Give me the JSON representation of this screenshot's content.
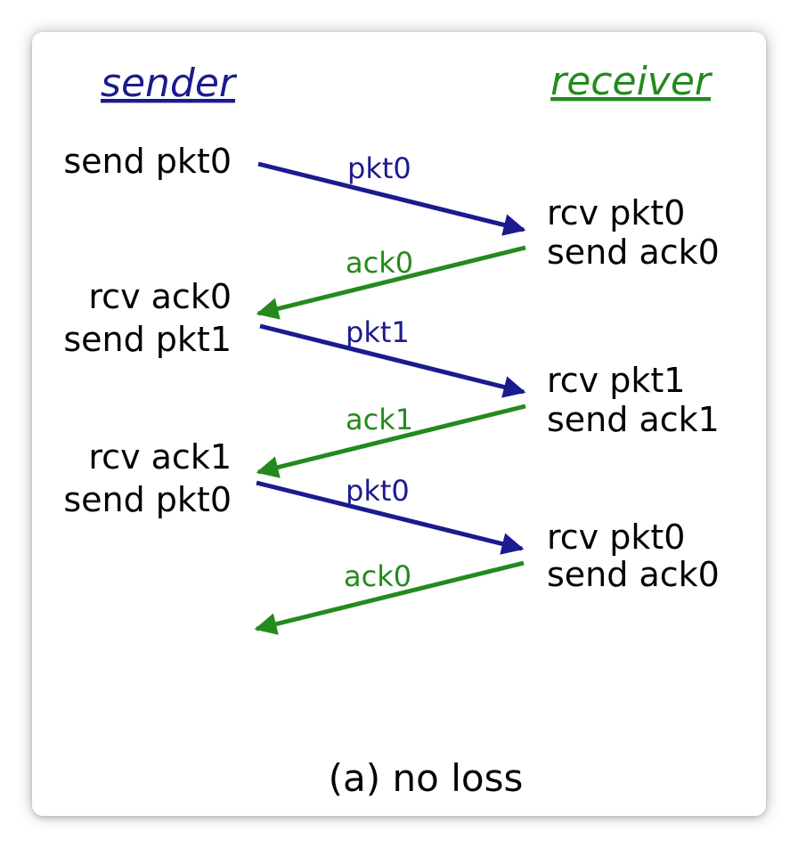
{
  "colors": {
    "sender": "#1b1b8f",
    "receiver": "#248a1e",
    "packet_arrow": "#1b1b8f",
    "ack_arrow": "#248a1e",
    "text": "#000000"
  },
  "headings": {
    "sender": "sender",
    "receiver": "receiver"
  },
  "sender_notes": [
    {
      "line1": "send pkt0",
      "line2": ""
    },
    {
      "line1": "rcv ack0",
      "line2": "send pkt1"
    },
    {
      "line1": "rcv ack1",
      "line2": "send pkt0"
    }
  ],
  "receiver_notes": [
    {
      "line1": "rcv pkt0",
      "line2": "send ack0"
    },
    {
      "line1": "rcv pkt1",
      "line2": "send ack1"
    },
    {
      "line1": "rcv pkt0",
      "line2": "send ack0"
    }
  ],
  "messages": [
    {
      "label": "pkt0",
      "kind": "packet"
    },
    {
      "label": "ack0",
      "kind": "ack"
    },
    {
      "label": "pkt1",
      "kind": "packet"
    },
    {
      "label": "ack1",
      "kind": "ack"
    },
    {
      "label": "pkt0",
      "kind": "packet"
    },
    {
      "label": "ack0",
      "kind": "ack"
    }
  ],
  "caption": "(a) no loss"
}
